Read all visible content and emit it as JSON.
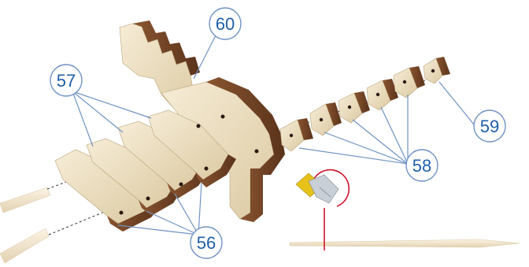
{
  "callouts": {
    "c56": "56",
    "c57": "57",
    "c58": "58",
    "c59": "59",
    "c60": "60"
  },
  "colors": {
    "wood_face": "#efe3c8",
    "wood_face_shade": "#d9c6a0",
    "wood_edge": "#7a4a2a",
    "wood_edge_dark": "#5a331b",
    "callout_blue": "#1f5fa8",
    "leader": "#6f93c4",
    "knife_red": "#d0142c",
    "knife_yellow": "#e6c21a"
  },
  "icons": [
    "craft-knife-icon"
  ]
}
